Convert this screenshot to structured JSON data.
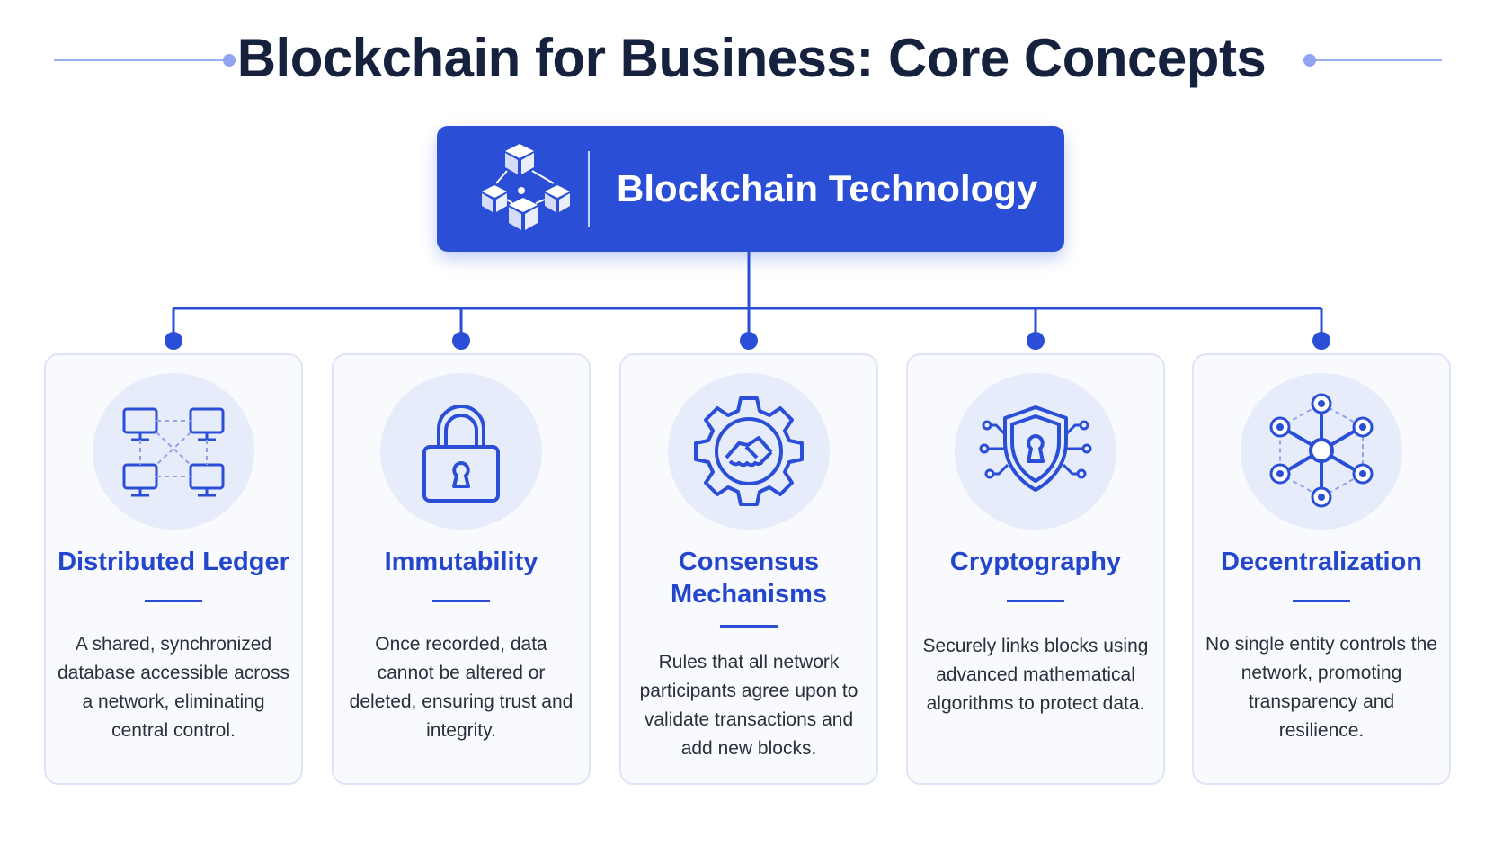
{
  "title": "Blockchain for Business: Core Concepts",
  "central": {
    "label": "Blockchain Technology",
    "icon": "blocks-network-icon"
  },
  "colors": {
    "accent": "#2a4fd6",
    "title_text": "#16213e",
    "card_title": "#2346cc",
    "card_border": "#dfe5f6",
    "icon_bg": "#e7ecfb"
  },
  "concepts": [
    {
      "title": "Distributed Ledger",
      "icon": "network-computers-icon",
      "description": "A shared, synchronized database accessible across a network, eliminating central control."
    },
    {
      "title": "Immutability",
      "icon": "padlock-icon",
      "description": "Once recorded, data cannot be altered or deleted, ensuring trust and integrity."
    },
    {
      "title": "Consensus Mechanisms",
      "icon": "handshake-gear-icon",
      "description": "Rules that all network participants agree upon to validate transactions and add new blocks."
    },
    {
      "title": "Cryptography",
      "icon": "shield-keyhole-icon",
      "description": "Securely links blocks using advanced mathematical algorithms to protect data."
    },
    {
      "title": "Decentralization",
      "icon": "hub-nodes-icon",
      "description": "No single entity controls the network, promoting transparency and resilience."
    }
  ]
}
